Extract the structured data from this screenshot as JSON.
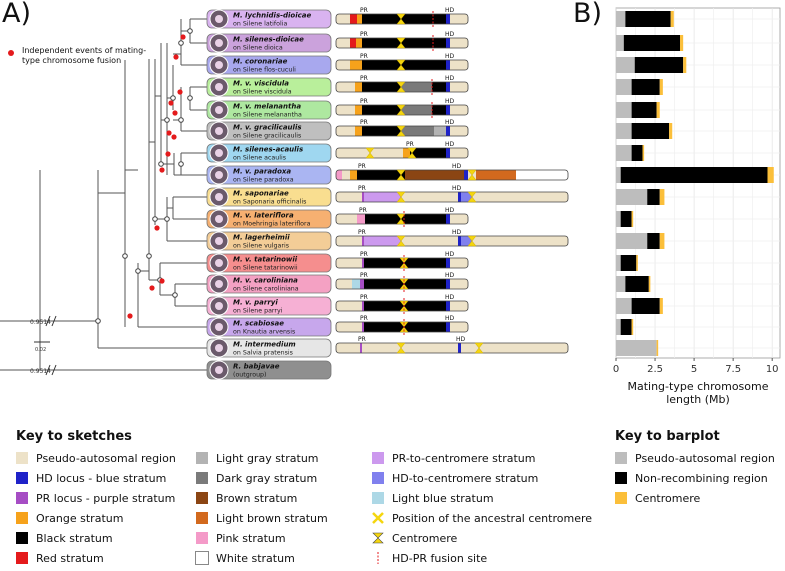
{
  "panel_a": "A)",
  "panel_b": "B)",
  "fusion_note": "Independent events of mating-type chromosome fusion",
  "scale_bar_label": "0.02",
  "break_label": "0.9514",
  "pr_label": "PR",
  "hd_label": "HD",
  "species": [
    {
      "name": "M. lychnidis-dioicae",
      "host": "on Silene latifolia",
      "color": "#d9b3f0"
    },
    {
      "name": "M. silenes-dioicae",
      "host": "on Silene dioica",
      "color": "#cba2dc"
    },
    {
      "name": "M. coronariae",
      "host": "on Silene flos-cuculi",
      "color": "#a8a8ee"
    },
    {
      "name": "M. v. viscidula",
      "host": "on Silene viscidula",
      "color": "#b9ef9b"
    },
    {
      "name": "M. v. melanantha",
      "host": "on Silene melanantha",
      "color": "#aee8a0"
    },
    {
      "name": "M. v. gracilicaulis",
      "host": "on Silene gracilicaulis",
      "color": "#bfbfbf"
    },
    {
      "name": "M. silenes-acaulis",
      "host": "on Silene acaulis",
      "color": "#9fd7f0"
    },
    {
      "name": "M. v. paradoxa",
      "host": "on Silene paradoxa",
      "color": "#aab5f2"
    },
    {
      "name": "M. saponariae",
      "host": "on Saponaria officinalis",
      "color": "#f9de90"
    },
    {
      "name": "M. v. lateriflora",
      "host": "on Moehringia lateriflora",
      "color": "#f6b071"
    },
    {
      "name": "M. lagerheimii",
      "host": "on Silene vulgaris",
      "color": "#f3cd97"
    },
    {
      "name": "M. v. tatarinowii",
      "host": "on Silene tatarinowii",
      "color": "#f58e8e"
    },
    {
      "name": "M. v. caroliniana",
      "host": "on Silene caroliniana",
      "color": "#f4a1c3"
    },
    {
      "name": "M. v. parryi",
      "host": "on Silene parryi",
      "color": "#f6b0d4"
    },
    {
      "name": "M. scabiosae",
      "host": "on Knautia arvensis",
      "color": "#c7a7ec"
    },
    {
      "name": "M. intermedium",
      "host": "on Salvia pratensis",
      "color": "#e6e6e6"
    },
    {
      "name": "R. babjavae",
      "host": "(outgroup)",
      "color": "#8f8f8f"
    }
  ],
  "key_sketches": {
    "title": "Key to sketches",
    "col1": [
      {
        "label": "Pseudo-autosomal region",
        "color": "#ede2c8",
        "shape": "square"
      },
      {
        "label": "HD locus - blue stratum",
        "color": "#1f22c8",
        "shape": "square"
      },
      {
        "label": "PR locus - purple stratum",
        "color": "#a64dc4",
        "shape": "square"
      },
      {
        "label": "Orange stratum",
        "color": "#f6a21b",
        "shape": "square"
      },
      {
        "label": "Black stratum",
        "color": "#000000",
        "shape": "square"
      },
      {
        "label": "Red stratum",
        "color": "#e41a1c",
        "shape": "square"
      }
    ],
    "col2": [
      {
        "label": "Light gray stratum",
        "color": "#b3b3b3",
        "shape": "square"
      },
      {
        "label": "Dark gray stratum",
        "color": "#7a7a7a",
        "shape": "square"
      },
      {
        "label": "Brown stratum",
        "color": "#8b4513",
        "shape": "square"
      },
      {
        "label": "Light brown stratum",
        "color": "#d2691e",
        "shape": "square"
      },
      {
        "label": "Pink stratum",
        "color": "#f49ac8",
        "shape": "square"
      },
      {
        "label": "White stratum",
        "color": "#ffffff",
        "shape": "square"
      }
    ],
    "col3": [
      {
        "label": "PR-to-centromere stratum",
        "color": "#cc99ee",
        "shape": "square"
      },
      {
        "label": "HD-to-centromere stratum",
        "color": "#8080ee",
        "shape": "square"
      },
      {
        "label": "Light blue stratum",
        "color": "#add8e6",
        "shape": "square"
      },
      {
        "label": "Position of the ancestral centromere",
        "color": "#f5d60f",
        "shape": "ancestral"
      },
      {
        "label": "Centromere",
        "color": "#f5d60f",
        "shape": "centromere"
      },
      {
        "label": "HD-PR fusion site",
        "color": "#e41a1c",
        "shape": "fusion"
      }
    ]
  },
  "key_barplot": {
    "title": "Key to barplot",
    "items": [
      {
        "label": "Pseudo-autosomal region",
        "color": "#bdbdbd"
      },
      {
        "label": "Non-recombining region",
        "color": "#000000"
      },
      {
        "label": "Centromere",
        "color": "#fbbf3a"
      }
    ]
  },
  "chart_data": {
    "type": "bar",
    "orientation": "horizontal",
    "stacked": true,
    "categories": [
      "M. lychnidis-dioicae",
      "M. silenes-dioicae",
      "M. coronariae",
      "M. v. viscidula",
      "M. v. melanantha",
      "M. v. gracilicaulis",
      "M. silenes-acaulis",
      "M. v. paradoxa",
      "M. saponariae",
      "M. v. lateriflora",
      "M. lagerheimii",
      "M. v. tatarinowii",
      "M. v. caroliniana",
      "M. v. parryi",
      "M. scabiosae",
      "M. intermedium"
    ],
    "series": [
      {
        "name": "Pseudo-autosomal region",
        "color": "#bdbdbd",
        "values": [
          0.6,
          0.5,
          1.2,
          1.0,
          1.0,
          1.0,
          1.0,
          0.3,
          2.0,
          0.3,
          2.0,
          0.3,
          0.6,
          1.0,
          0.3,
          2.6
        ]
      },
      {
        "name": "Non-recombining region",
        "color": "#000000",
        "values": [
          2.9,
          3.6,
          3.1,
          1.8,
          1.6,
          2.4,
          0.7,
          9.4,
          0.8,
          0.7,
          0.8,
          1.0,
          1.5,
          1.8,
          0.7,
          0.0
        ]
      },
      {
        "name": "Centromere",
        "color": "#fbbf3a",
        "values": [
          0.2,
          0.2,
          0.2,
          0.2,
          0.2,
          0.2,
          0.1,
          0.4,
          0.3,
          0.1,
          0.3,
          0.1,
          0.1,
          0.2,
          0.1,
          0.1
        ]
      }
    ],
    "xlabel": "Mating-type chromosome length (Mb)",
    "xlim": [
      0,
      10.5
    ],
    "xticks": [
      0,
      2.5,
      5,
      7.5,
      10
    ],
    "grid": true
  }
}
